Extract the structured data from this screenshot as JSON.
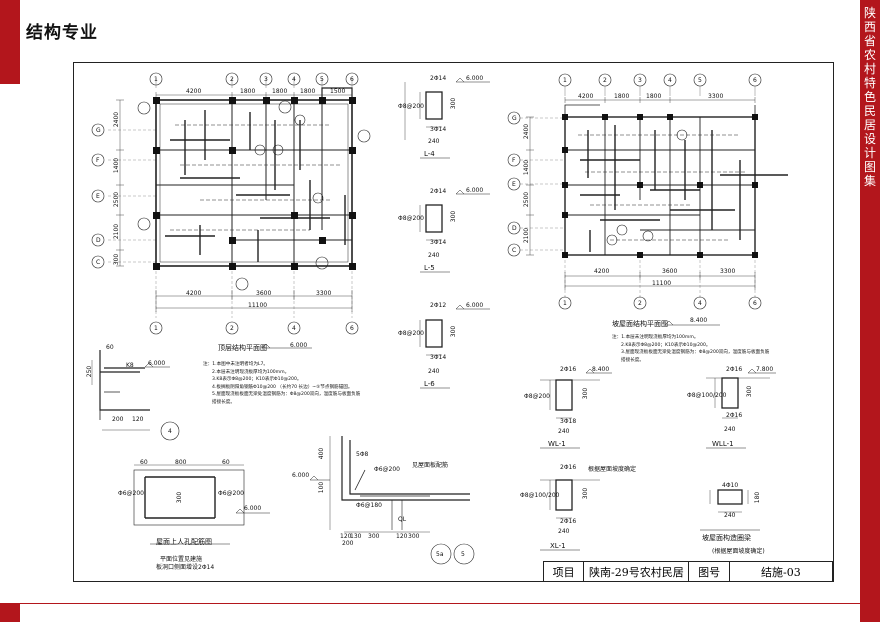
{
  "header": {
    "section_title": "结构专业",
    "side_title": "陕西省农村特色民居设计图集"
  },
  "colors": {
    "brand_red": "#b3161c",
    "line": "#222222"
  },
  "title_block": {
    "project_label": "项目",
    "project_name": "陕南-29号农村民居",
    "drawing_no_label": "图号",
    "drawing_no": "结施-03"
  },
  "plan_left": {
    "title": "顶层结构平面图",
    "elevation": "6.000",
    "top_dims": [
      "4200",
      "1800",
      "1800",
      "1800",
      "1500"
    ],
    "top_axes": [
      "1",
      "2",
      "3",
      "4",
      "5",
      "6"
    ],
    "bottom_dims": [
      "4200",
      "3600",
      "3300"
    ],
    "bottom_total": "11100",
    "bottom_axes": [
      "1",
      "2",
      "4",
      "6"
    ],
    "left_axes": [
      "G",
      "F",
      "E",
      "D",
      "C"
    ],
    "left_dims": [
      "2400",
      "1400",
      "2500",
      "2100",
      "300"
    ],
    "notes": [
      "注：1.本图中未注明者均为L7。",
      "2.本层未注明现浇板厚均为100mm。",
      "3.K8表示Φ8@200；K10表示Φ10@200。",
      "4.板搁板阴阳角钢筋Φ10@200 （长约70 长边）~⑤节点钢筋锚固。",
      "5.屋面现浇板板面无梁处温度钢筋为：Φ8@200双向，温度筋与板面负筋搭接长度。"
    ]
  },
  "plan_right": {
    "title": "坡屋面结构平面图",
    "elevation": "8.400",
    "top_dims": [
      "4200",
      "1800",
      "1800",
      "3300"
    ],
    "top_axes": [
      "1",
      "2",
      "3",
      "4",
      "5",
      "6"
    ],
    "bottom_dims": [
      "4200",
      "3600",
      "3300"
    ],
    "bottom_total": "11100",
    "bottom_axes": [
      "1",
      "2",
      "4",
      "6"
    ],
    "left_axes": [
      "G",
      "F",
      "E",
      "D",
      "C"
    ],
    "left_dims": [
      "2400",
      "1400",
      "2500",
      "2100"
    ],
    "notes": [
      "注：1.本层未注明现浇板厚均为100mm。",
      "2.K8表示Φ8@200；K10表示Φ10@200。",
      "3.屋面现浇板板面无梁处温度钢筋为：Φ8@200双向，温度筋与板面负筋搭接长度。"
    ]
  },
  "beam_sections": [
    {
      "name": "L-4",
      "top": "2Φ14",
      "elev": "6.000",
      "stirrup": "Φ8@200",
      "bottom": "3Φ14",
      "w": "240",
      "h": "300"
    },
    {
      "name": "L-5",
      "top": "2Φ14",
      "elev": "6.000",
      "stirrup": "Φ8@200",
      "bottom": "3Φ14",
      "w": "240",
      "h": "300"
    },
    {
      "name": "L-6",
      "top": "2Φ12",
      "elev": "6.000",
      "stirrup": "Φ8@200",
      "bottom": "3Φ14",
      "w": "240",
      "h": "300"
    },
    {
      "name": "WL-1",
      "top": "2Φ16",
      "elev": "8.400",
      "stirrup": "Φ8@200",
      "bottom": "3Φ18",
      "w": "240",
      "h": "300"
    },
    {
      "name": "WLL-1",
      "top": "2Φ16",
      "elev": "7.800",
      "stirrup": "Φ8@100/200",
      "bottom": "2Φ16",
      "w": "240",
      "h": "300"
    },
    {
      "name": "XL-1",
      "top": "2Φ16",
      "elev": "",
      "stirrup": "Φ8@100/200",
      "bottom": "2Φ16",
      "w": "240",
      "h": "300"
    }
  ],
  "roof_beam": {
    "top": "4Φ10",
    "w": "240",
    "h": "180",
    "title": "坡屋面构造圈梁",
    "subtitle": "(根据屋面坡度确定)"
  },
  "xl_note": "根据屋面坡度确定",
  "details": {
    "k8": "K8",
    "k8_elev": "6.000",
    "k8_dims": [
      "60",
      "250",
      "200",
      "120"
    ],
    "detail_mark": "4",
    "hatch_title": "屋面上人孔配筋图",
    "hatch_note1": "平面位置见建施",
    "hatch_note2": "板洞口侧面增设2Φ14",
    "hatch_dims": [
      "60",
      "800",
      "60",
      "300"
    ],
    "hatch_stirrup": "Φ6@200",
    "hatch_stirrup2": "Φ6@200",
    "hatch_elev": "6.000",
    "eave_label": "见屋面板配筋",
    "eave_elev": "6.000",
    "eave_bars": [
      "5Φ8",
      "Φ6@200",
      "Φ6@180",
      "QL"
    ],
    "eave_dims": [
      "400",
      "100",
      "300",
      "120",
      "120",
      "130",
      "300",
      "200"
    ],
    "marks": [
      "5a",
      "5"
    ]
  }
}
